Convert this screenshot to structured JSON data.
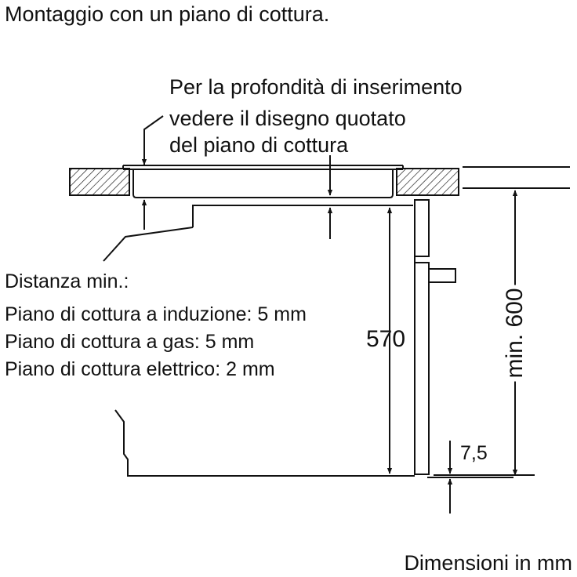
{
  "title": "Montaggio con un piano di cottura.",
  "depth_note": [
    "Per la profondità di inserimento",
    "vedere il disegno quotato",
    "del piano di cottura"
  ],
  "min_distance": {
    "heading": "Distanza min.:",
    "lines": [
      "Piano di cottura a induzione: 5 mm",
      "Piano di cottura a gas: 5 mm",
      "Piano di cottura elettrico: 2 mm"
    ]
  },
  "dimensions": {
    "oven_height": "570",
    "cabinet_height": "min. 600",
    "bottom_gap": "7,5"
  },
  "footer": "Dimensioni in mm",
  "colors": {
    "line": "#111111",
    "background": "#ffffff"
  }
}
